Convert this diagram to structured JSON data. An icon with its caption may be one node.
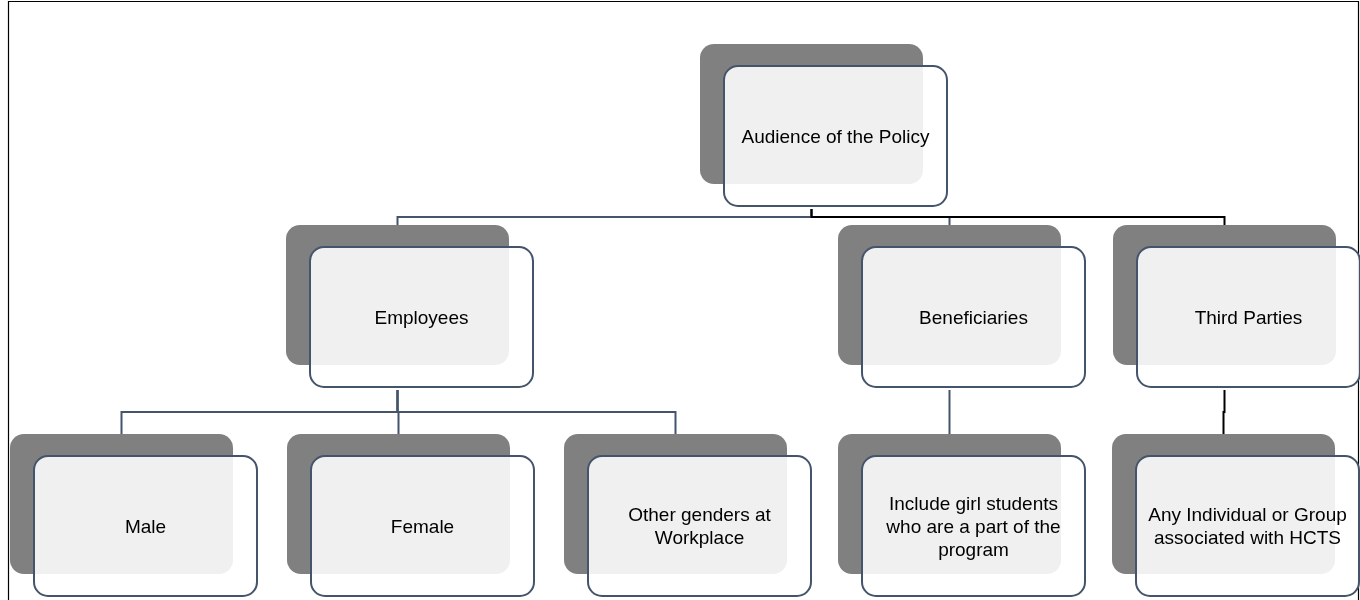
{
  "diagram": {
    "nodes": [
      {
        "text": [
          "Audience of the Policy"
        ]
      },
      {
        "text": [
          "Employees"
        ]
      },
      {
        "text": [
          "Beneficiaries"
        ]
      },
      {
        "text": [
          "Third Parties"
        ]
      },
      {
        "text": [
          "Male"
        ]
      },
      {
        "text": [
          "Female"
        ]
      },
      {
        "text": [
          "Other genders at Workplace"
        ]
      },
      {
        "text": [
          "Include girl students who are a part of the program"
        ]
      },
      {
        "text": [
          "Any Individual or Group associated with HCTS"
        ]
      }
    ],
    "edges": [
      {
        "from": 0,
        "to": 1,
        "arrow": "none"
      },
      {
        "from": 0,
        "to": 2,
        "arrow": "none"
      },
      {
        "from": 0,
        "to": 3,
        "arrow": "none",
        "color": "#000000"
      },
      {
        "from": 1,
        "to": 4,
        "arrow": "none"
      },
      {
        "from": 1,
        "to": 5,
        "arrow": "none"
      },
      {
        "from": 1,
        "to": 6,
        "arrow": "none"
      },
      {
        "from": 2,
        "to": 7,
        "arrow": "none"
      },
      {
        "from": 3,
        "to": 8,
        "arrow": "none",
        "color": "#000000"
      }
    ]
  }
}
